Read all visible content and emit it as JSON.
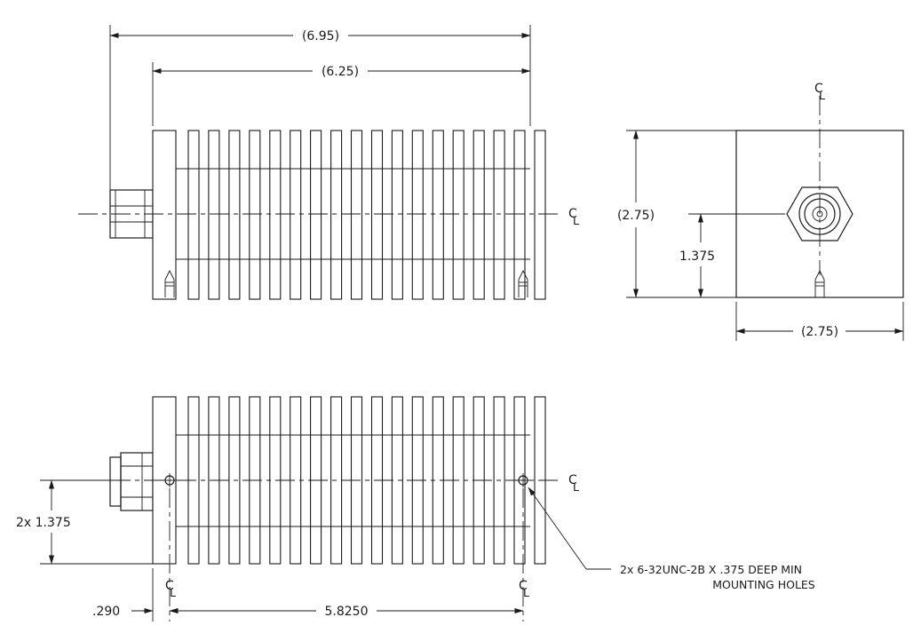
{
  "top_view": {
    "overall_dim": "(6.95)",
    "body_dim": "(6.25)",
    "centerline": "C"
  },
  "end_view": {
    "height_dim": "(2.75)",
    "center_height_dim": "1.375",
    "width_dim": "(2.75)",
    "centerline": "C"
  },
  "side_view": {
    "hole_height_dim": "2x  1.375",
    "edge_offset_dim": ".290",
    "hole_spacing_dim": "5.8250",
    "centerline": "C",
    "note_line1": "2x  6-32UNC-2B  X  .375  DEEP  MIN",
    "note_line2": "MOUNTING  HOLES"
  },
  "centerline_subscript": "L"
}
